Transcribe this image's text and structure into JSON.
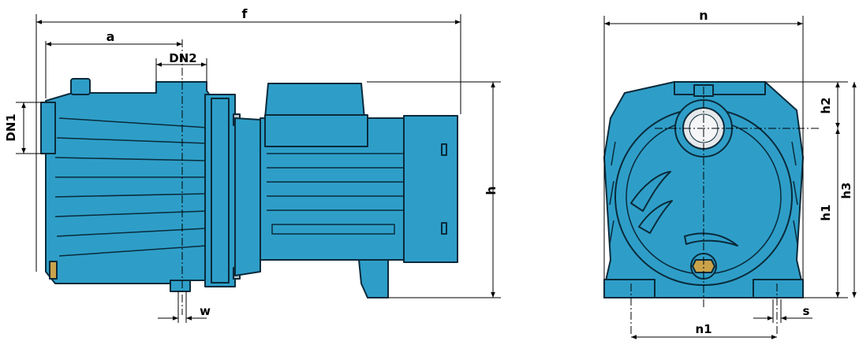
{
  "colors": {
    "pump_body": "#2e9ec8",
    "outline": "#0a2a3a",
    "brass": "#c9a24a",
    "dimension_line": "#000000"
  },
  "labels": {
    "f": "f",
    "a": "a",
    "dn2": "DN2",
    "dn1": "DN1",
    "h": "h",
    "w": "w",
    "n": "n",
    "h1": "h1",
    "h2": "h2",
    "h3": "h3",
    "n1": "n1",
    "s": "s"
  }
}
